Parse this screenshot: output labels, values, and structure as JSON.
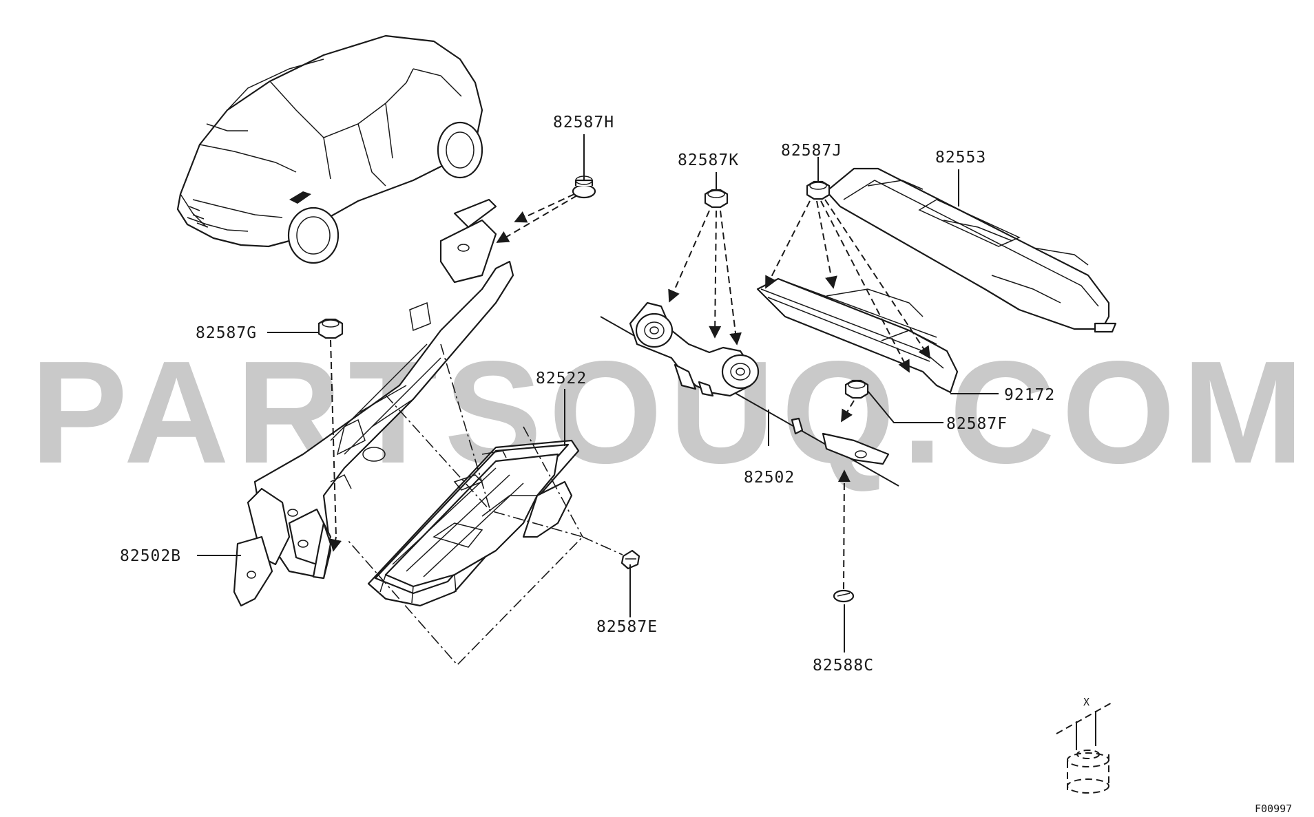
{
  "watermark": "PARTSOUQ.COM",
  "figure_code": "F00997",
  "legend": {
    "symbol_label": "X"
  },
  "parts": {
    "p82587H": "82587H",
    "p82587G": "82587G",
    "p82522": "82522",
    "p82502B": "82502B",
    "p82587E": "82587E",
    "p82587K": "82587K",
    "p82587J": "82587J",
    "p82553": "82553",
    "p92172": "92172",
    "p82587F": "82587F",
    "p82502": "82502",
    "p82588C": "82588C"
  }
}
